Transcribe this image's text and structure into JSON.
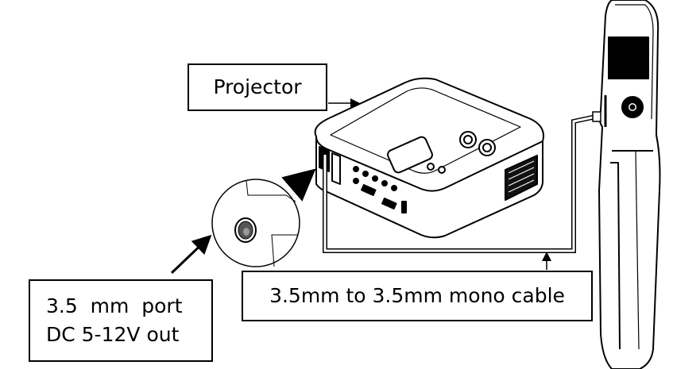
{
  "labels": {
    "projector": "Projector",
    "cable": "3.5mm to 3.5mm mono cable",
    "port_line1": "3.5  mm  port",
    "port_line2": "DC 5-12V out"
  },
  "colors": {
    "stroke": "#000000",
    "fill": "#ffffff",
    "screen": "#000000",
    "vent": "#111111"
  },
  "icons": [
    "projector-device",
    "handheld-device",
    "audio-jack-port",
    "zoom-magnifier-circle"
  ]
}
